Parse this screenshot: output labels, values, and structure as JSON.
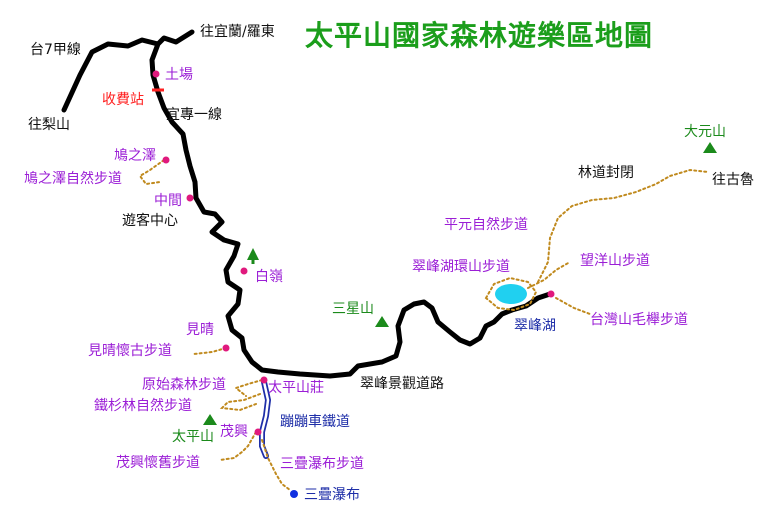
{
  "title": "太平山國家森林遊樂區地圖",
  "colors": {
    "title": "#1b9e1b",
    "poi_dot": "#e0197d",
    "trail": "#c08a1e",
    "road": "#000000",
    "tollgate": "#ff2020",
    "railway": "#1e2ea8",
    "lake": "#20d0f0",
    "mountain": "#1b8a1b",
    "waterfall": "#1030e0"
  },
  "labels": {
    "to_yilan_luodong": "往宜蘭/羅東",
    "route_7a": "台7甲線",
    "to_lishan": "往梨山",
    "tuchang": "土場",
    "tollgate": "收費站",
    "yizhuan_line": "宜專一線",
    "jiuzhize": "鳩之澤",
    "jiuzhize_trail": "鳩之澤自然步道",
    "zhongjian": "中間",
    "visitor_center": "遊客中心",
    "bailing": "白嶺",
    "jianqing": "見晴",
    "jianqing_trail": "見晴懷古步道",
    "primeval_trail": "原始森林步道",
    "taipingshan_villa": "太平山莊",
    "tieshanlin_trail": "鐵杉林自然步道",
    "taipingshan_peak": "太平山",
    "maoxing": "茂興",
    "bengbeng_railway": "蹦蹦車鐵道",
    "maoxing_trail": "茂興懷舊步道",
    "sandie_trail": "三疊瀑布步道",
    "sandie_waterfall": "三疊瀑布",
    "cuifeng_road": "翠峰景觀道路",
    "sanxingshan": "三星山",
    "cuifeng_lake": "翠峰湖",
    "cuifeng_lake_trail": "翠峰湖環山步道",
    "wangyangshan_trail": "望洋山步道",
    "beech_trail": "台灣山毛櫸步道",
    "pingyuan_trail": "平元自然步道",
    "road_closed": "林道封閉",
    "dayuanshan": "大元山",
    "to_gulu": "往古魯"
  }
}
